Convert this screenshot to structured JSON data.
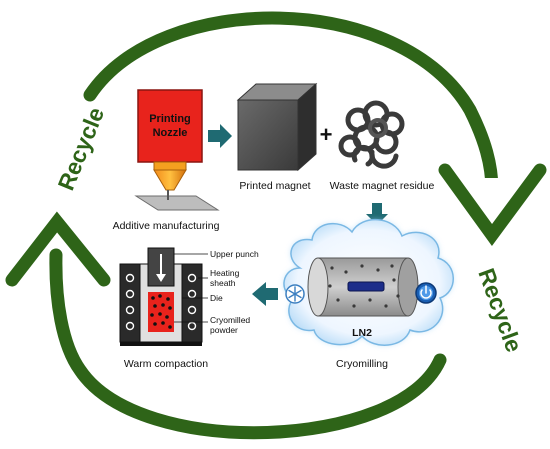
{
  "cycle": {
    "left_label": "Recycle",
    "right_label": "Recycle",
    "arrow_color": "#2e6418"
  },
  "nozzle": {
    "line1": "Printing",
    "line2": "Nozzle",
    "caption": "Additive manufacturing",
    "body_color": "#e8231c"
  },
  "printed_magnet": {
    "caption": "Printed magnet",
    "plus": "+"
  },
  "waste": {
    "caption": "Waste magnet residue"
  },
  "cryomilling": {
    "caption": "Cryomilling",
    "ln2": "LN2",
    "snowflake_icon": "snowflake-icon",
    "power_icon": "power-icon"
  },
  "compaction": {
    "caption": "Warm compaction",
    "upper_punch": "Upper punch",
    "heating_line1": "Heating",
    "heating_line2": "sheath",
    "die": "Die",
    "powder_line1": "Cryomilled",
    "powder_line2": "powder"
  },
  "step_arrow_color": "#1f6a72"
}
